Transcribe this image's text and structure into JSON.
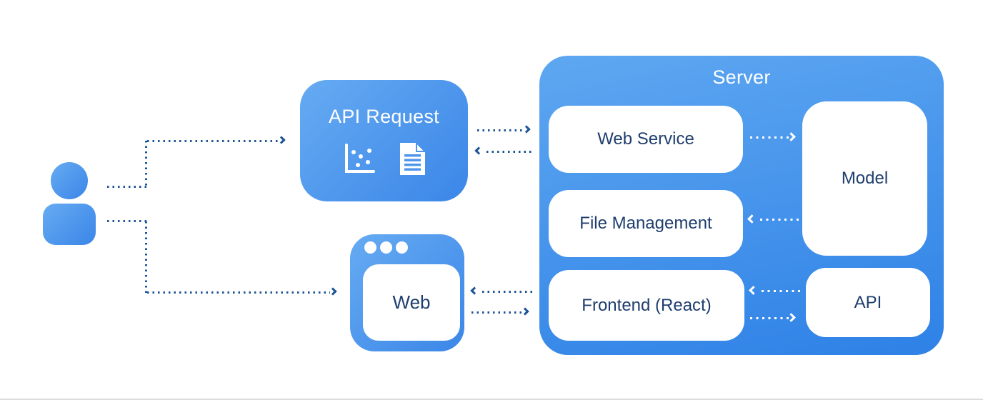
{
  "colors": {
    "node_gradient_start": "#66ABF2",
    "node_gradient_end": "#3B86E8",
    "server_gradient_start": "#5EA7F1",
    "server_gradient_end": "#2E81E6",
    "arrow_dark": "#1D5596",
    "arrow_white": "#FFFFFF",
    "label_dark": "#1F3E6E",
    "label_light": "#FFFFFF"
  },
  "nodes": {
    "user": {
      "icon": "person-icon"
    },
    "api_request": {
      "label": "API Request",
      "icons": [
        "scatter-plot-icon",
        "document-icon"
      ]
    },
    "web": {
      "label": "Web",
      "icon": "browser-window-icon"
    },
    "server": {
      "label": "Server",
      "children": {
        "web_service": {
          "label": "Web Service"
        },
        "file_management": {
          "label": "File Management"
        },
        "frontend": {
          "label": "Frontend (React)"
        },
        "model": {
          "label": "Model"
        },
        "api": {
          "label": "API"
        }
      }
    }
  },
  "edges": [
    {
      "from": "user",
      "to": "api-request",
      "style": "dotted",
      "color": "dark-blue",
      "direction": "one-way"
    },
    {
      "from": "user",
      "to": "web",
      "style": "dotted",
      "color": "dark-blue",
      "direction": "one-way"
    },
    {
      "from": "api-request",
      "to": "server",
      "style": "dotted",
      "color": "dark-blue",
      "direction": "two-way"
    },
    {
      "from": "web",
      "to": "frontend",
      "style": "dotted",
      "color": "dark-blue",
      "direction": "two-way"
    },
    {
      "from": "web-service",
      "to": "model",
      "style": "dotted",
      "color": "white",
      "direction": "one-way"
    },
    {
      "from": "model",
      "to": "file-management",
      "style": "dotted",
      "color": "white",
      "direction": "one-way"
    },
    {
      "from": "api",
      "to": "frontend",
      "style": "dotted",
      "color": "white",
      "direction": "one-way"
    },
    {
      "from": "frontend",
      "to": "api",
      "style": "dotted",
      "color": "white",
      "direction": "one-way"
    }
  ]
}
